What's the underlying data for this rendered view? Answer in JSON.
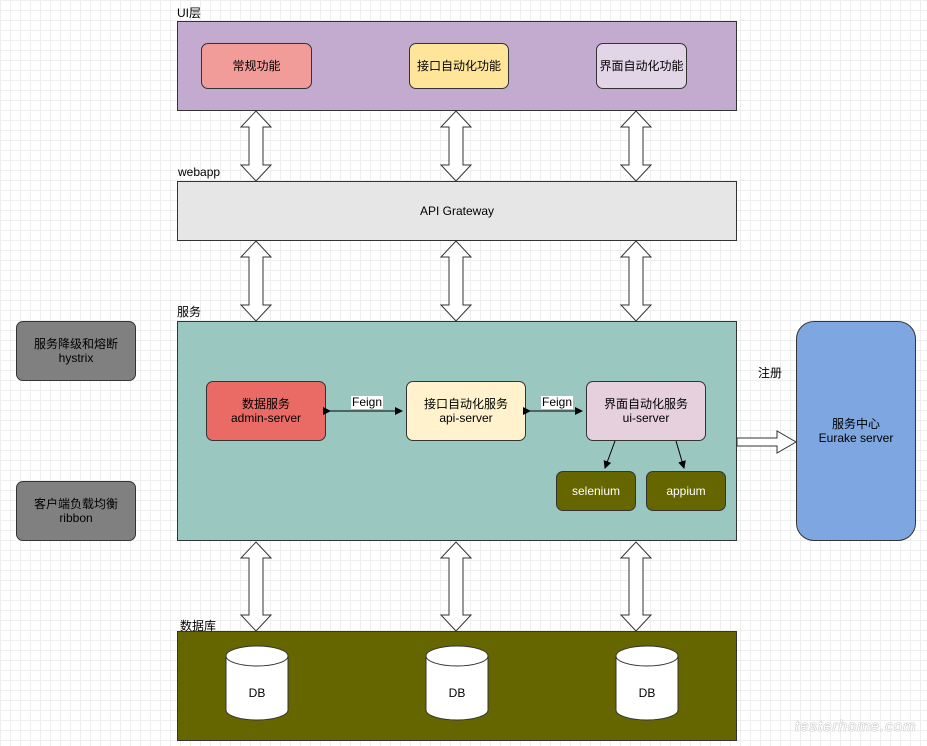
{
  "ui_layer": {
    "label": "UI层",
    "items": [
      "常规功能",
      "接口自动化功能",
      "界面自动化功能"
    ]
  },
  "webapp_layer": {
    "label": "webapp",
    "gateway": "API Grateway"
  },
  "service_layer": {
    "label": "服务",
    "services": [
      {
        "name": "数据服务",
        "id": "admin-server"
      },
      {
        "name": "接口自动化服务",
        "id": "api-server"
      },
      {
        "name": "界面自动化服务",
        "id": "ui-server"
      }
    ],
    "links": [
      "Feign",
      "Feign"
    ],
    "tools": [
      "selenium",
      "appium"
    ]
  },
  "side_components": [
    {
      "title": "服务降级和熔断",
      "sub": "hystrix"
    },
    {
      "title": "客户端负载均衡",
      "sub": "ribbon"
    }
  ],
  "registry": {
    "arrow_label": "注册",
    "title": "服务中心",
    "sub": "Eurake server"
  },
  "db_layer": {
    "label": "数据库",
    "dbs": [
      "DB",
      "DB",
      "DB"
    ]
  },
  "watermark": "testerhome.com",
  "colors": {
    "ui_layer": "#c3abd0",
    "normal_func": "#f19c99",
    "api_func": "#ffe599",
    "ui_func": "#e1d5e7",
    "gateway": "#e6e6e6",
    "service_layer": "#9ac7bf",
    "admin_server": "#ea6b66",
    "api_server": "#fff2cc",
    "ui_server": "#e6d0de",
    "tool": "#666600",
    "side": "#808080",
    "registry": "#7ea6e0",
    "db_layer": "#666600"
  }
}
